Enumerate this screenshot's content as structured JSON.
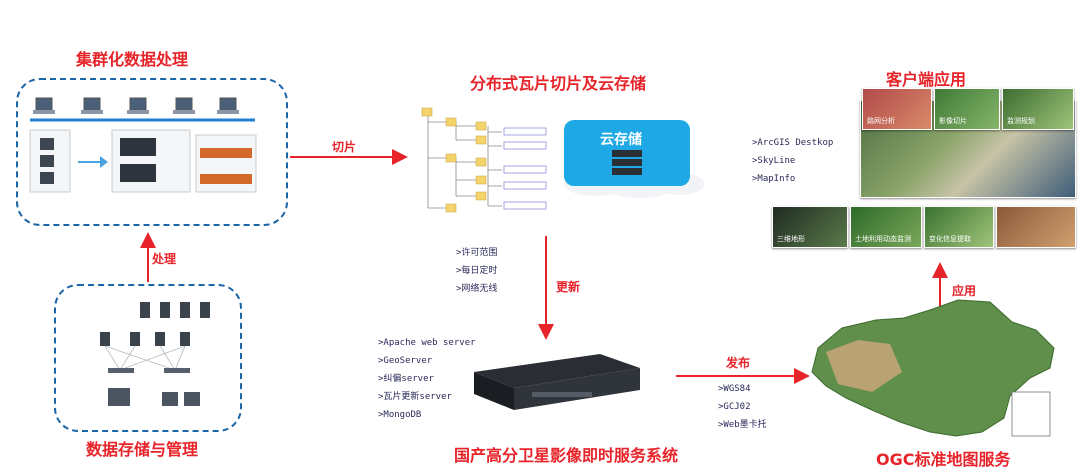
{
  "sections": {
    "cluster": {
      "title": "集群化数据处理"
    },
    "storage": {
      "title": "数据存储与管理"
    },
    "tiling": {
      "title": "分布式瓦片切片及云存储",
      "cloud_label": "云存储"
    },
    "system": {
      "title": "国产高分卫星影像即时服务系统"
    },
    "client": {
      "title": "客户端应用"
    },
    "ogc": {
      "title": "OGC标准地图服务"
    }
  },
  "arrows": {
    "process": "处理",
    "slice": "切片",
    "update": "更新",
    "publish": "发布",
    "apply": "应用"
  },
  "update_conditions": [
    ">许可范围",
    ">每日定时",
    ">网络无线"
  ],
  "servers": [
    ">Apache web server",
    ">GeoServer",
    ">纠偏server",
    ">瓦片更新server",
    ">MongoDB"
  ],
  "coord_systems": [
    ">WGS84",
    ">GCJ02",
    ">Web墨卡托"
  ],
  "clients": [
    ">ArcGIS Destkop",
    ">SkyLine",
    ">MapInfo"
  ],
  "client_tiles": [
    "路网分析",
    "影像切片",
    "监测规划",
    "三维地形",
    "土地利用动态监测",
    "变化信息提取"
  ],
  "colors": {
    "accent": "#e8242b",
    "dashed_border": "#1b66a8",
    "text_dark": "#2a2a5a"
  }
}
